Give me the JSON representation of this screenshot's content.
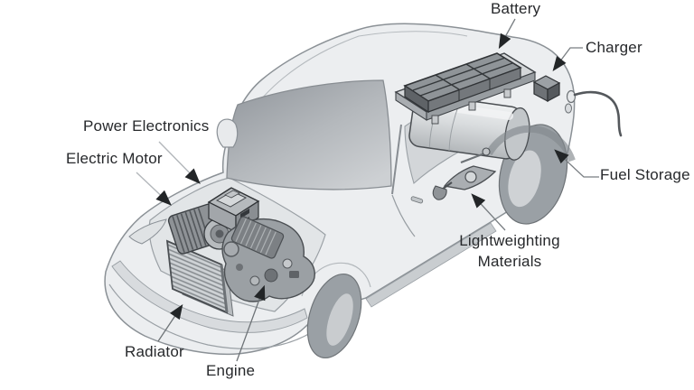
{
  "diagram": {
    "type": "vehicle-component-cutaway",
    "labels": {
      "battery": "Battery",
      "charger": "Charger",
      "fuel_storage": "Fuel Storage",
      "lightweighting_materials": "Lightweighting Materials",
      "power_electronics": "Power Electronics",
      "electric_motor": "Electric Motor",
      "radiator": "Radiator",
      "engine": "Engine"
    },
    "colors": {
      "background": "#ffffff",
      "label_text": "#26282b",
      "body_fill": "#eceef0",
      "body_outline": "#8b9196",
      "glass": "#9aa0a6",
      "component_dark": "#55595d",
      "arrow": "#222527"
    }
  }
}
